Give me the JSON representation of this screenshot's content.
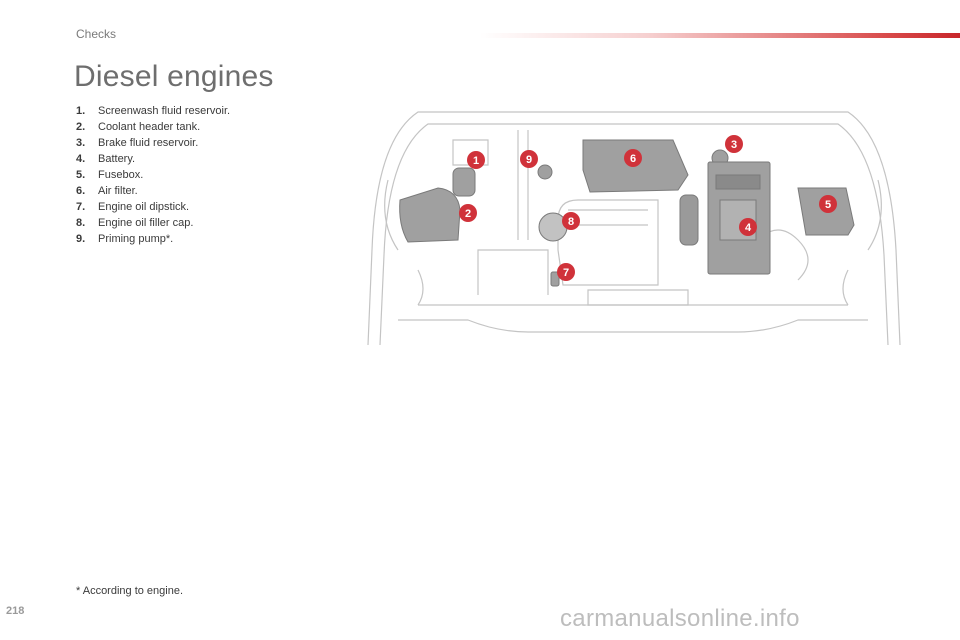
{
  "header": {
    "section": "Checks"
  },
  "page": {
    "title": "Diesel engines",
    "number": "218",
    "footnote": "* According to engine.",
    "watermark": "carmanualsonline.info"
  },
  "legend": [
    {
      "num": "1.",
      "text": "Screenwash fluid reservoir."
    },
    {
      "num": "2.",
      "text": "Coolant header tank."
    },
    {
      "num": "3.",
      "text": "Brake fluid reservoir."
    },
    {
      "num": "4.",
      "text": "Battery."
    },
    {
      "num": "5.",
      "text": "Fusebox."
    },
    {
      "num": "6.",
      "text": "Air filter."
    },
    {
      "num": "7.",
      "text": "Engine oil dipstick."
    },
    {
      "num": "8.",
      "text": "Engine oil filler cap."
    },
    {
      "num": "9.",
      "text": "Priming pump*."
    }
  ],
  "diagram": {
    "markers": [
      "1",
      "2",
      "3",
      "4",
      "5",
      "6",
      "7",
      "8",
      "9"
    ],
    "marker_color": "#d0323a",
    "component_color": "#a0a0a0"
  }
}
